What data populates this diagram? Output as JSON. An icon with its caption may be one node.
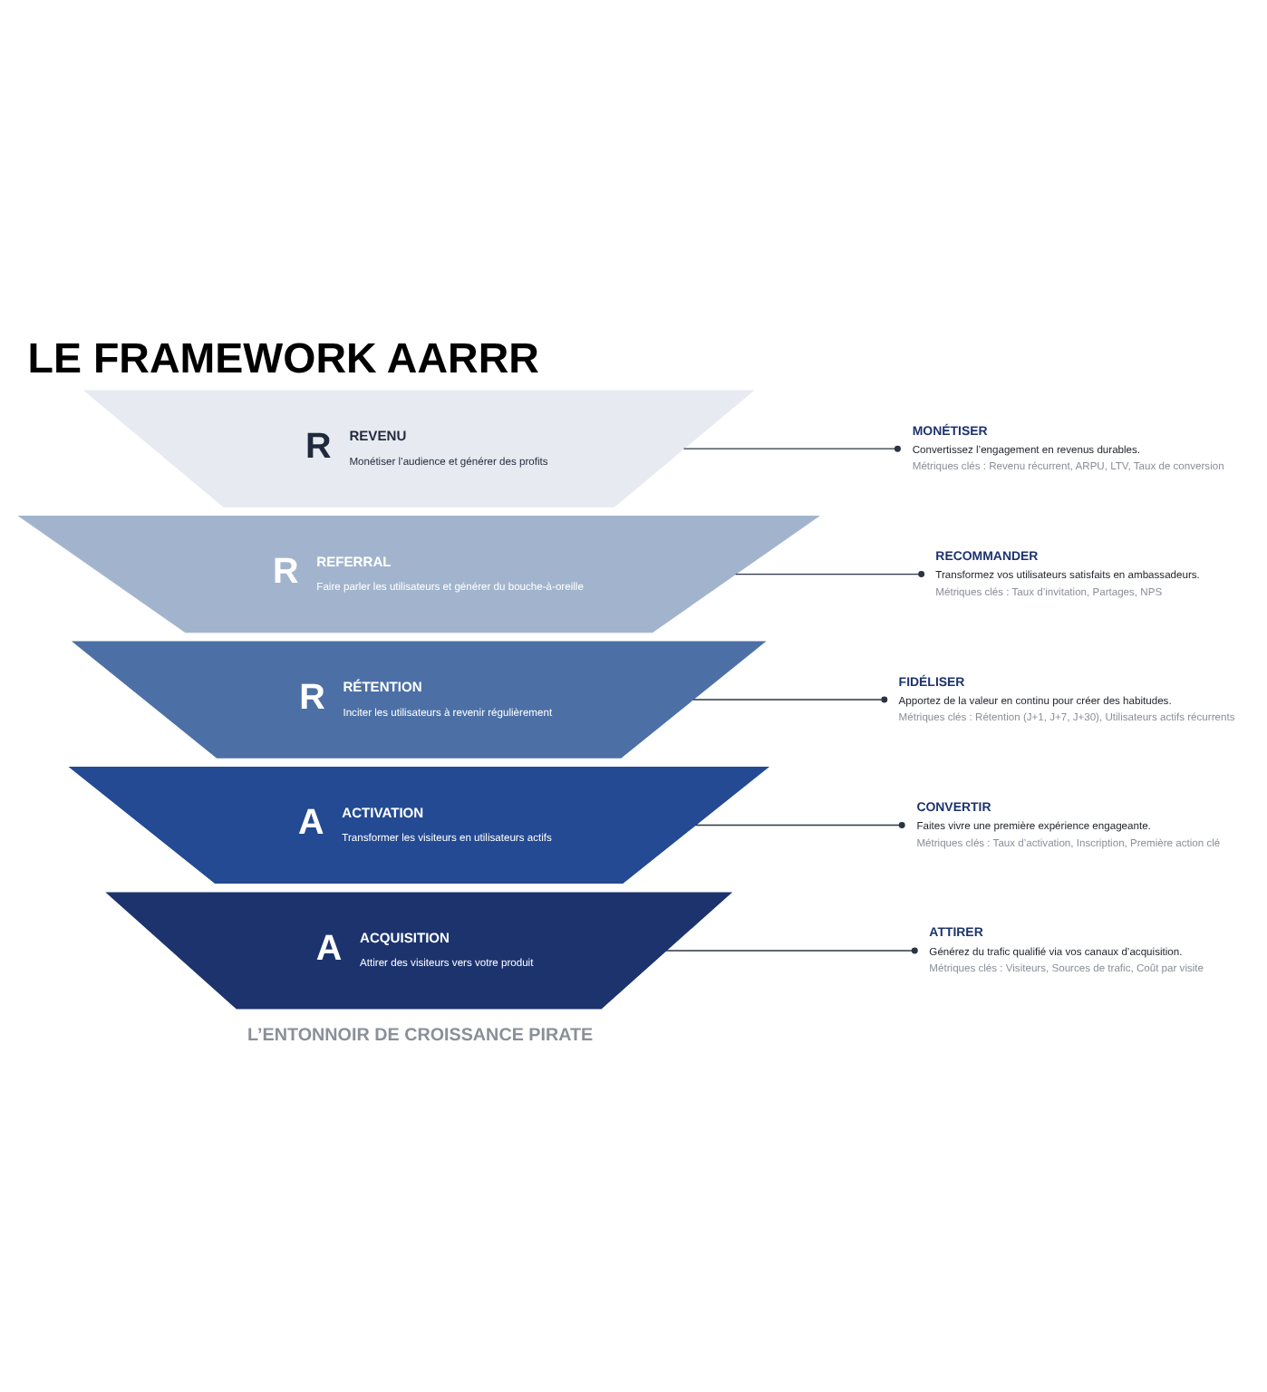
{
  "diagram": {
    "title": "LE FRAMEWORK AARRR",
    "nodes": [
      {
        "text": [
          "A",
          "ACQUISITION",
          "Attirer des visiteurs vers votre produit"
        ]
      },
      {
        "text": [
          "A",
          "ACTIVATION",
          "Transformer les visiteurs en utilisateurs actifs"
        ]
      },
      {
        "text": [
          "R",
          "RÉTENTION",
          "Inciter les utilisateurs à revenir régulièrement"
        ]
      },
      {
        "text": [
          "R",
          "REFERRAL",
          "Faire parler les utilisateurs et générer du bouche-à-oreille"
        ]
      },
      {
        "text": [
          "R",
          "REVENU",
          "Monétiser l’audience et générer des profits"
        ]
      },
      {
        "text": [
          "ATTIRER",
          "Générez du trafic qualifié via vos canaux d’acquisition.",
          "Métriques clés : Visiteurs, Sources de trafic, Coût par visite"
        ]
      },
      {
        "text": [
          "CONVERTIR",
          "Faites vivre une première expérience engageante.",
          "Métriques clés : Taux d’activation, Inscription, Première action clé"
        ]
      },
      {
        "text": [
          "FIDÉLISER",
          "Apportez de la valeur en continu pour créer des habitudes.",
          "Métriques clés : Rétention (J+1, J+7, J+30), Utilisateurs actifs récurrents"
        ]
      },
      {
        "text": [
          "RECOMMANDER",
          "Transformez vos utilisateurs satisfaits en ambassadeurs.",
          "Métriques clés : Taux d’invitation, Partages, NPS"
        ]
      },
      {
        "text": [
          "MONÉTISER",
          "Convertissez l’engagement en revenus durables.",
          "Métriques clés : Revenu récurrent, ARPU, LTV, Taux de conversion"
        ]
      }
    ],
    "edges": [
      {
        "from": 0,
        "to": 5,
        "arrow": "other"
      },
      {
        "from": 1,
        "to": 6,
        "arrow": "other"
      },
      {
        "from": 2,
        "to": 7,
        "arrow": "other"
      },
      {
        "from": 3,
        "to": 8,
        "arrow": "other"
      },
      {
        "from": 4,
        "to": 9,
        "arrow": "other"
      }
    ],
    "labels": [
      "L’ENTONNOIR DE CROISSANCE PIRATE"
    ]
  }
}
